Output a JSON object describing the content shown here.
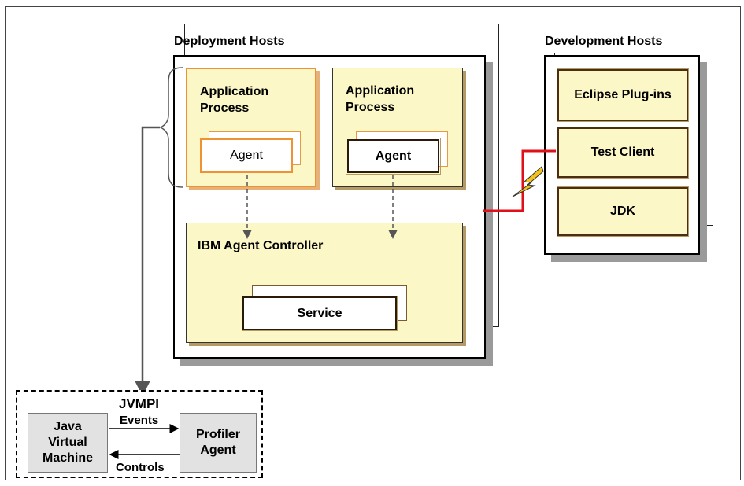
{
  "deployment": {
    "label": "Deployment Hosts",
    "app_process_1": {
      "title": "Application Process",
      "agent": "Agent"
    },
    "app_process_2": {
      "title": "Application Process",
      "agent": "Agent"
    },
    "controller": {
      "title": "IBM Agent Controller",
      "service": "Service"
    }
  },
  "development": {
    "label": "Development Hosts",
    "items": [
      "Eclipse Plug-ins",
      "Test Client",
      "JDK"
    ]
  },
  "jvm_group": {
    "jvm": "Java Virtual Machine",
    "profiler": "Profiler Agent",
    "jvmpi": "JVMPI",
    "events": "Events",
    "controls": "Controls"
  },
  "colors": {
    "box_fill": "#fcf7c6",
    "orange_border": "#ef9234",
    "connector_red": "#e0101a",
    "lightning": "#f3c21b"
  }
}
